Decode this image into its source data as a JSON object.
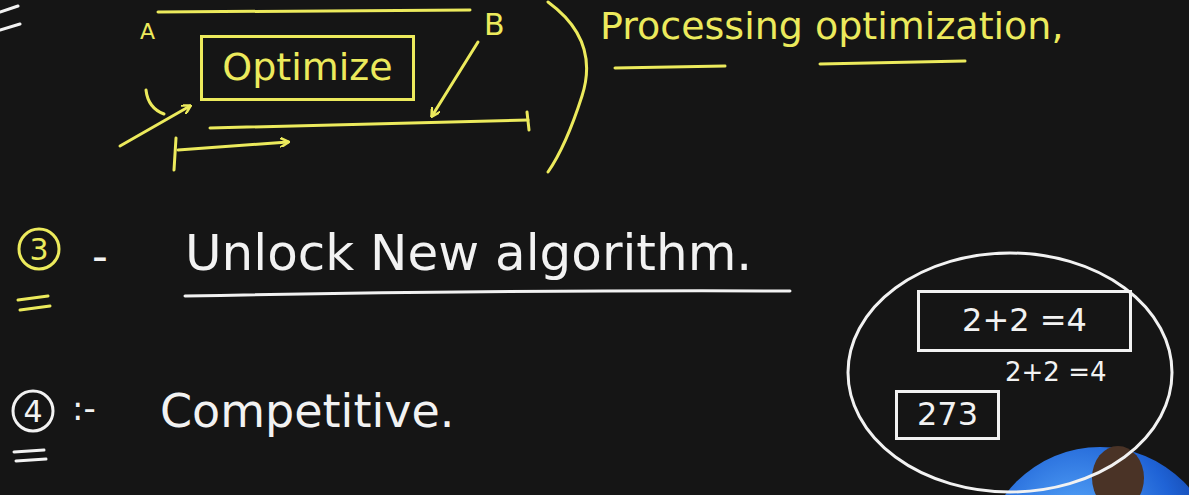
{
  "diagram": {
    "nodes": [
      {
        "text": [
          "Optimize"
        ]
      },
      {
        "text": [
          "3"
        ]
      },
      {
        "text": [
          "2+2 =4"
        ]
      },
      {
        "text": [
          "2+2 =4"
        ],
        "in": 2
      },
      {
        "text": [
          "273"
        ],
        "in": 2
      },
      {
        "text": [
          "4"
        ]
      }
    ],
    "labels": [
      "A",
      "B",
      "Processing optimization,",
      "-",
      "Unlock New algorithm.",
      ":-",
      "Competitive."
    ]
  }
}
